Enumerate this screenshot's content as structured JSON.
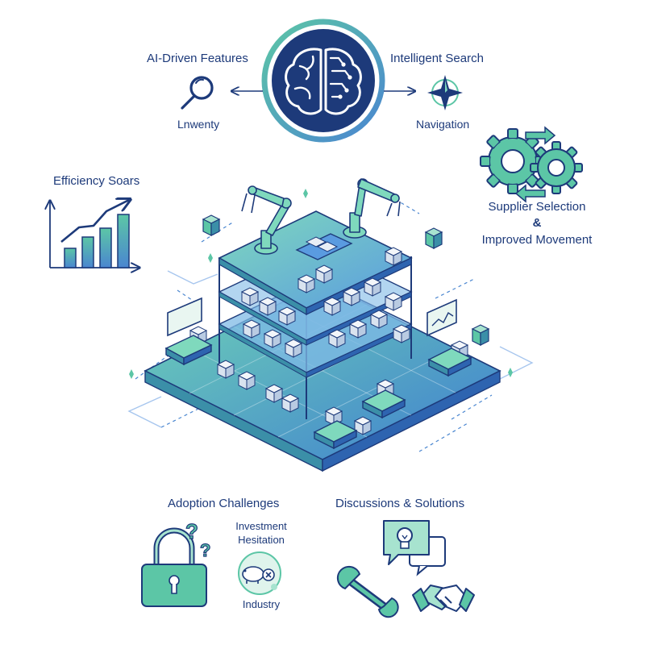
{
  "top": {
    "left_title": "AI-Driven Features",
    "left_sub": "Lnwenty",
    "right_title": "Intelligent Search",
    "right_sub": "Navigation"
  },
  "left_panel": {
    "title": "Efficiency Soars"
  },
  "right_panel": {
    "line1": "Supplier Selection",
    "line2": "&",
    "line3": "Improved Movement"
  },
  "bottom_left": {
    "title": "Adoption Challenges",
    "investment_line1": "Investment",
    "investment_line2": "Hesitation",
    "industry": "Industry"
  },
  "bottom_right": {
    "title": "Discussions & Solutions"
  },
  "colors": {
    "navy": "#1d3a7a",
    "teal": "#5cc6a6",
    "blue": "#4a86d0",
    "light_teal": "#a7e3cf",
    "platform": "#6fb8d8"
  },
  "icons": [
    "brain-icon",
    "magnifier-icon",
    "compass-icon",
    "gears-icon",
    "bar-chart-icon",
    "padlock-icon",
    "question-icon",
    "piggy-bank-icon",
    "speech-bubble-icon",
    "lightbulb-icon",
    "wrench-icon",
    "handshake-icon",
    "robot-arm-icon",
    "box-icon",
    "conveyor-icon"
  ]
}
